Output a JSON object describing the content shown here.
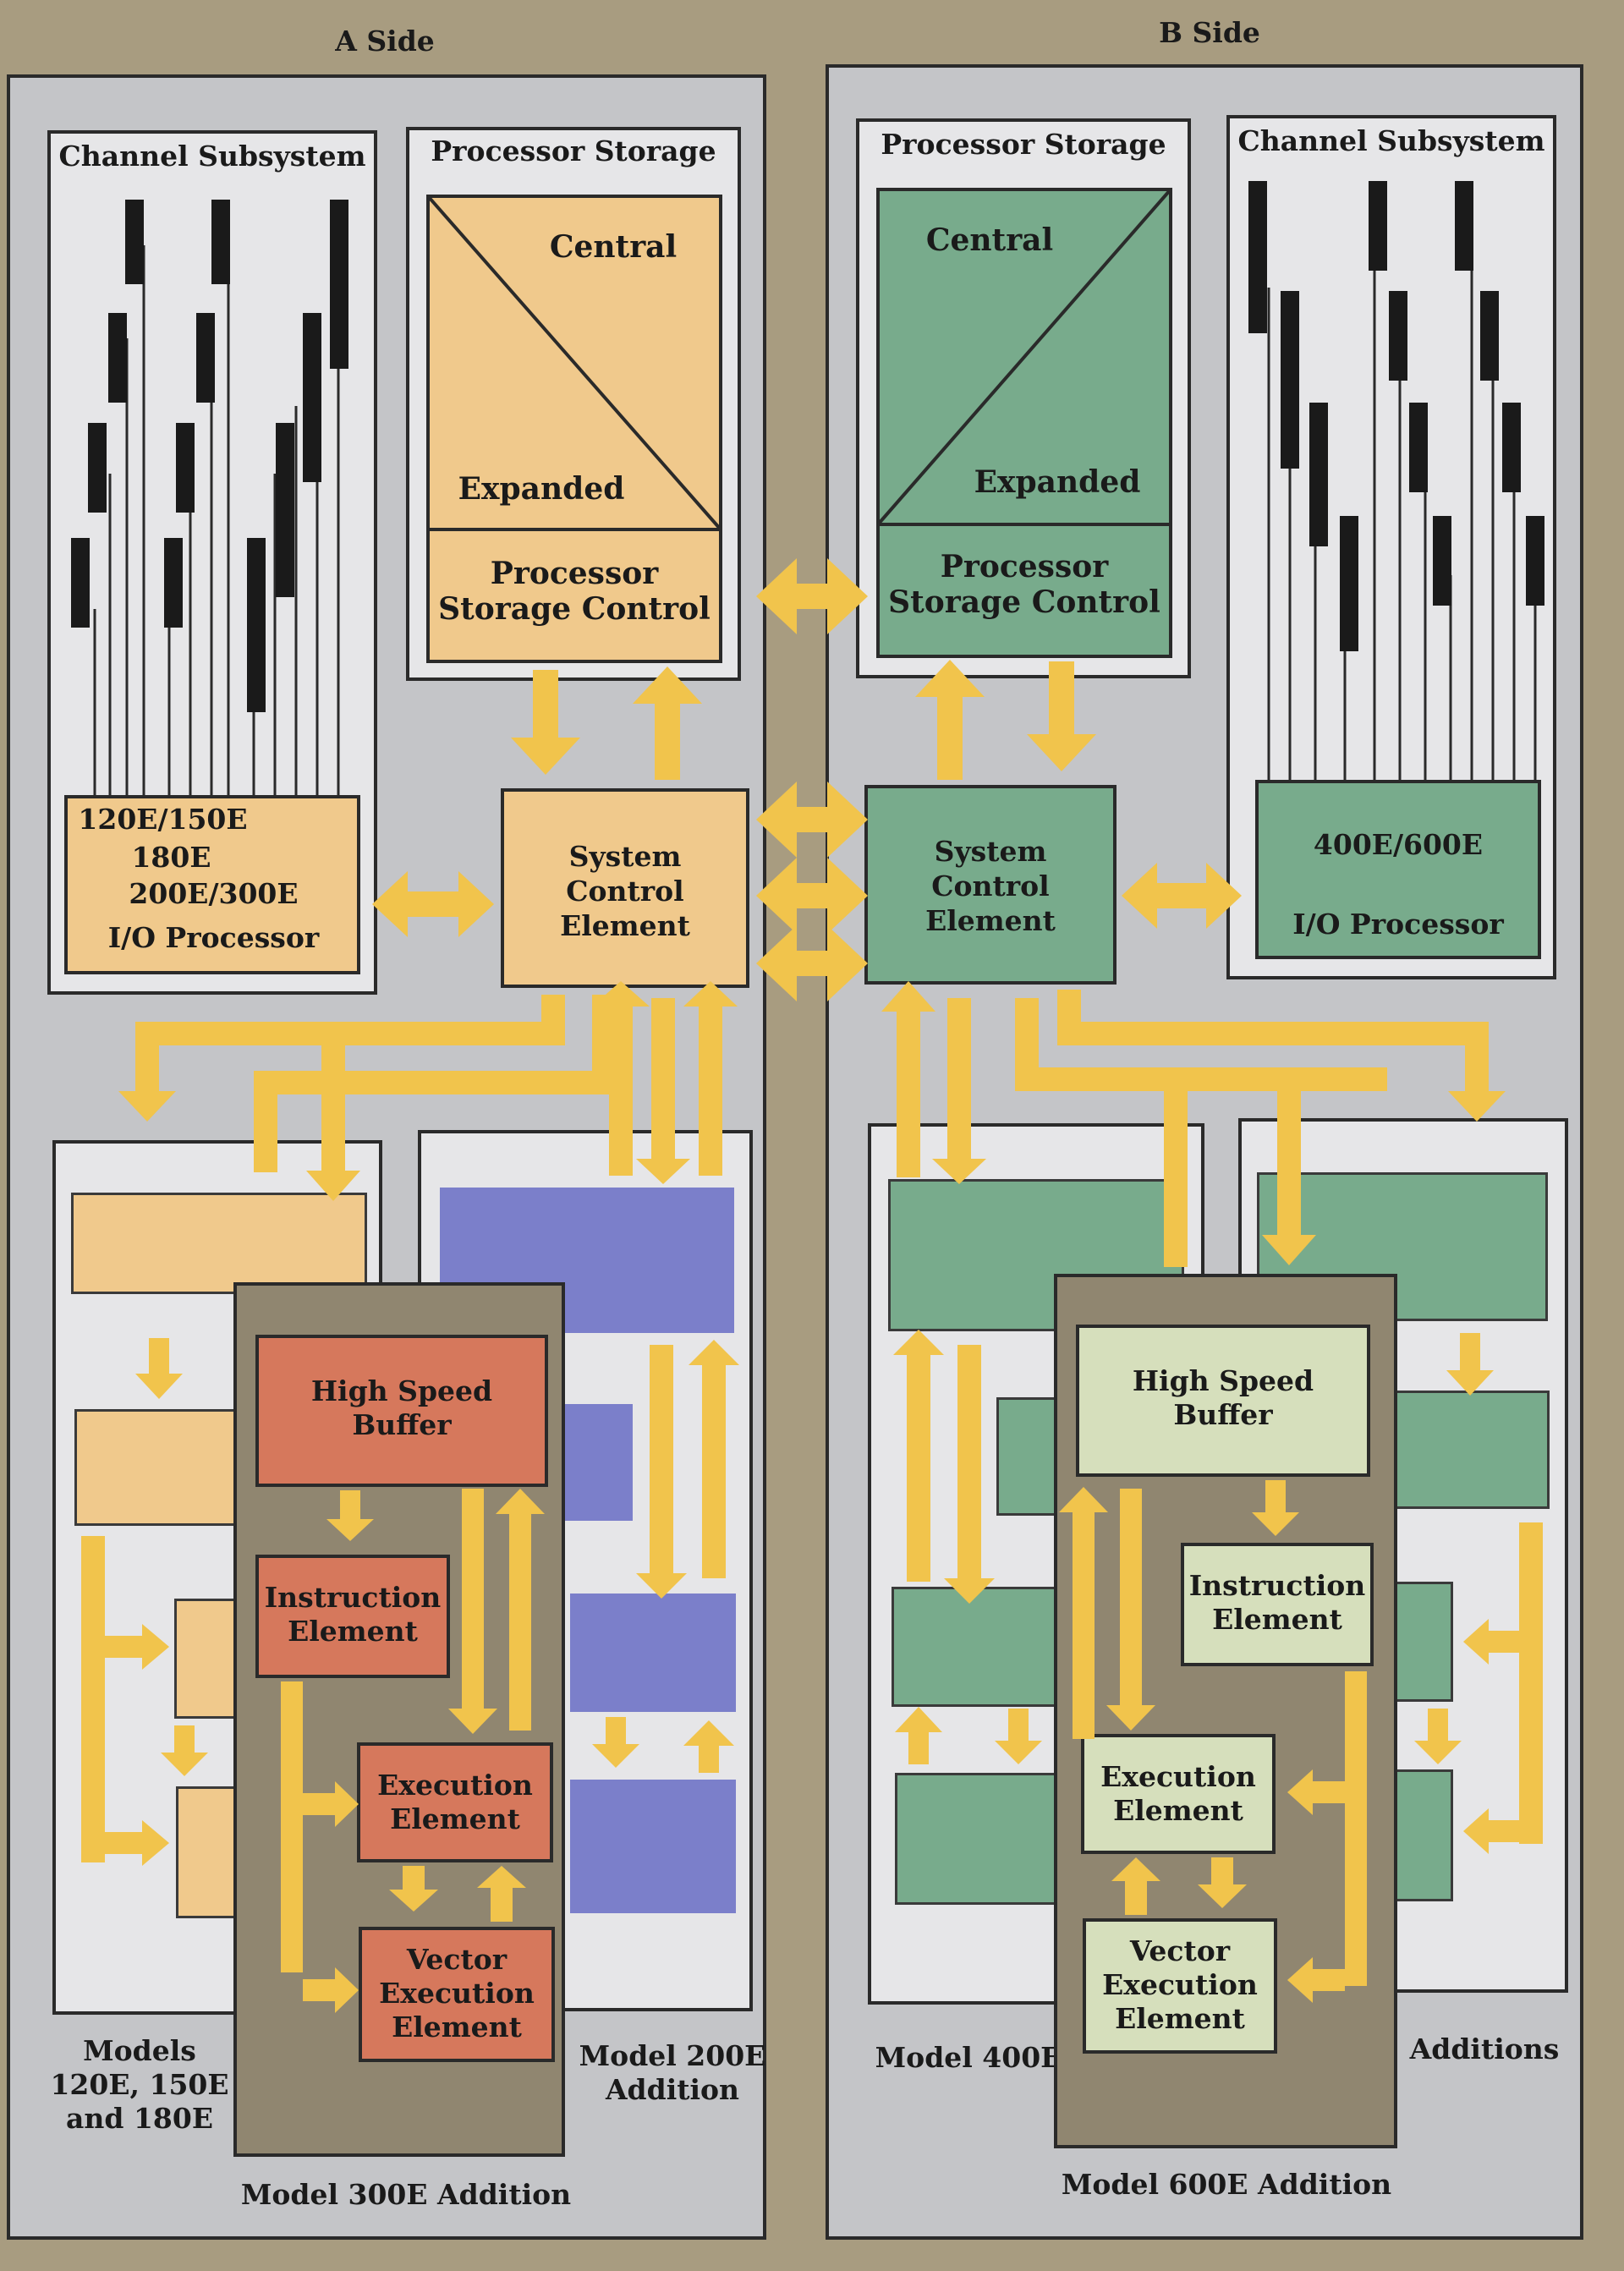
{
  "sides": {
    "a": "A Side",
    "b": "B Side"
  },
  "a_side": {
    "channel_subsystem": "Channel Subsystem",
    "processor_storage": "Processor Storage",
    "central": "Central",
    "expanded": "Expanded",
    "storage_control_1": "Processor",
    "storage_control_2": "Storage Control",
    "sce_1": "System",
    "sce_2": "Control",
    "sce_3": "Element",
    "io_120": "120E/150E",
    "io_180": "180E",
    "io_200": "200E/300E",
    "io_proc": "I/O Processor",
    "hsb_1": "High Speed",
    "hsb_2": "Buffer",
    "ie_1": "Instruction",
    "ie_2": "Element",
    "ee_1": "Execution",
    "ee_2": "Element",
    "vee_1": "Vector",
    "vee_2": "Execution",
    "vee_3": "Element",
    "models_1": "Models",
    "models_2": "120E, 150E",
    "models_3": "and 180E",
    "m200_1": "Model 200E",
    "m200_2": "Addition",
    "m300": "Model 300E Addition"
  },
  "b_side": {
    "channel_subsystem": "Channel Subsystem",
    "processor_storage": "Processor Storage",
    "central": "Central",
    "expanded": "Expanded",
    "storage_control_1": "Processor",
    "storage_control_2": "Storage Control",
    "sce_1": "System",
    "sce_2": "Control",
    "sce_3": "Element",
    "io_400": "400E/600E",
    "io_proc": "I/O Processor",
    "hsb_1": "High Speed",
    "hsb_2": "Buffer",
    "ie_1": "Instruction",
    "ie_2": "Element",
    "ee_1": "Execution",
    "ee_2": "Element",
    "vee_1": "Vector",
    "vee_2": "Execution",
    "vee_3": "Element",
    "m400": "Model 400E",
    "additions": "Additions",
    "m600": "Model 600E Addition"
  },
  "colors": {
    "background": "#a89c80",
    "panel": "#c4c5c8",
    "a_orange": "#f0c98c",
    "b_green": "#78ab8c",
    "b_light_green": "#d6dfbc",
    "a_red": "#d6785c",
    "a_blue": "#7b7fca",
    "arrow": "#f1c44c"
  }
}
